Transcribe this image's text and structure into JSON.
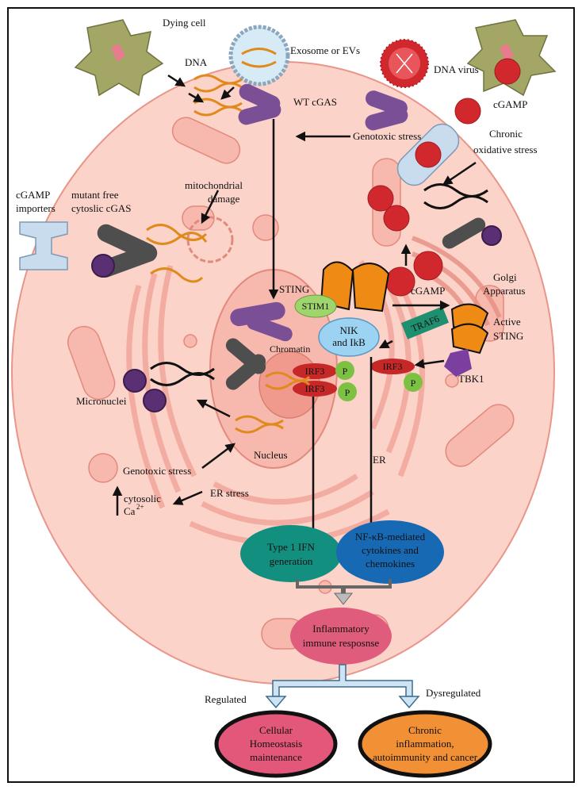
{
  "labels": {
    "dying_cell": "Dying cell",
    "dna": "DNA",
    "exosome": "Exosome or EVs",
    "dna_virus": "DNA virus",
    "wt_cgas": "WT cGAS",
    "cgamp_top": "cGAMP",
    "genotoxic_stress_top": "Genotoxic stress",
    "chronic_oxidative_1": "Chronic",
    "chronic_oxidative_2": "oxidative stress",
    "cgamp_importers_1": "cGAMP",
    "cgamp_importers_2": "importers",
    "mutant_cgas_1": "mutant free",
    "mutant_cgas_2": "cytoslic cGAS",
    "mito_damage_1": "mitochondrial",
    "mito_damage_2": "damage",
    "sting": "STING",
    "stim1": "STIM1",
    "cgamp_mid": "cGAMP",
    "golgi_1": "Golgi",
    "golgi_2": "Apparatus",
    "active_sting_1": "Active",
    "active_sting_2": "STING",
    "traf6": "TRAF6",
    "nik_1": "NIK",
    "nik_2": "and IkB",
    "chromatin": "Chromatin",
    "irf3": "IRF3",
    "p": "P",
    "tbk1": "TBK1",
    "micronuclei": "Micronuclei",
    "nucleus": "Nucleus",
    "genotoxic_stress_low": "Genotoxic stress",
    "er_stress": "ER stress",
    "er": "ER",
    "cytosolic": "cytosolic",
    "ca": "Ca",
    "ca_sup": "2+",
    "ifn_1": "Type 1 IFN",
    "ifn_2": "generation",
    "nfkb_1": "NF-κB-mediated",
    "nfkb_2": "cytokines and",
    "nfkb_3": "chemokines",
    "inflam_1": "Inflammatory",
    "inflam_2": "immune resposnse",
    "regulated": "Regulated",
    "dysregulated": "Dysregulated",
    "homeo_1": "Cellular",
    "homeo_2": "Homeostasis",
    "homeo_3": "maintenance",
    "chronic_1": "Chronic",
    "chronic_2": "inflammation,",
    "chronic_3": "autoimmunity and cancer"
  },
  "colors": {
    "cell_fill": "#fbd3c9",
    "cell_stroke": "#e8958a",
    "organelle": "#f3a79b",
    "cgas_purple": "#7a4f96",
    "cgas_gray": "#4e4e4e",
    "cgamp_red": "#d1282e",
    "sting_orange": "#ef8a14",
    "irf3_red": "#c62828",
    "p_green": "#7cc142",
    "ifn_teal": "#138f7f",
    "nfkb_blue": "#1769b3",
    "inflam_pink": "#e05c7c",
    "homeo_pink": "#e3577a",
    "chronic_orange": "#f19034",
    "traf6_teal": "#1e8f6f",
    "tbk1_purple": "#7b3fa0",
    "nik_blue": "#9dd3f2",
    "stim1_green": "#9ed56c"
  }
}
